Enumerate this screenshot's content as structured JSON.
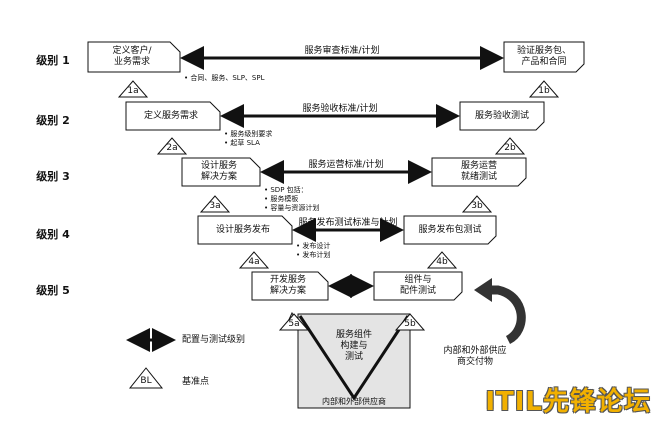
{
  "levels": [
    "级别 1",
    "级别 2",
    "级别 3",
    "级别 4",
    "级别 5"
  ],
  "left_boxes": [
    "定义客户/\n业务需求",
    "定义服务需求",
    "设计服务\n解决方案",
    "设计服务发布",
    "开发服务\n解决方案"
  ],
  "right_boxes": [
    "验证服务包、\n产品和合同",
    "服务验收测试",
    "服务运营\n就绪测试",
    "服务发布包测试",
    "组件与\n配件测试"
  ],
  "arrows": [
    "服务审查标准/计划",
    "服务验收标准/计划",
    "服务运营标准/计划",
    "服务发布测试标准与计划",
    ""
  ],
  "bullets": [
    [
      "合同、服务、SLP、SPL"
    ],
    [
      "服务级别要求",
      "起草 SLA"
    ],
    [
      "SDP 包括：",
      "服务模板",
      "容量与资源计划"
    ],
    [
      "发布设计",
      "发布计划"
    ]
  ],
  "baselines_left": [
    "1a",
    "2a",
    "3a",
    "4a",
    "5a"
  ],
  "baselines_right": [
    "1b",
    "2b",
    "3b",
    "4b",
    "5b"
  ],
  "component_center": "服务组件\n构建与\n测试",
  "supplier": "内部和外部供应商",
  "supplier_delivery": "内部和外部供应\n商交付物",
  "legend": {
    "arrow_label": "配置与测试级别",
    "baseline_symbol": "BL",
    "baseline_label": "基准点"
  },
  "watermark": "ITIL先锋论坛"
}
